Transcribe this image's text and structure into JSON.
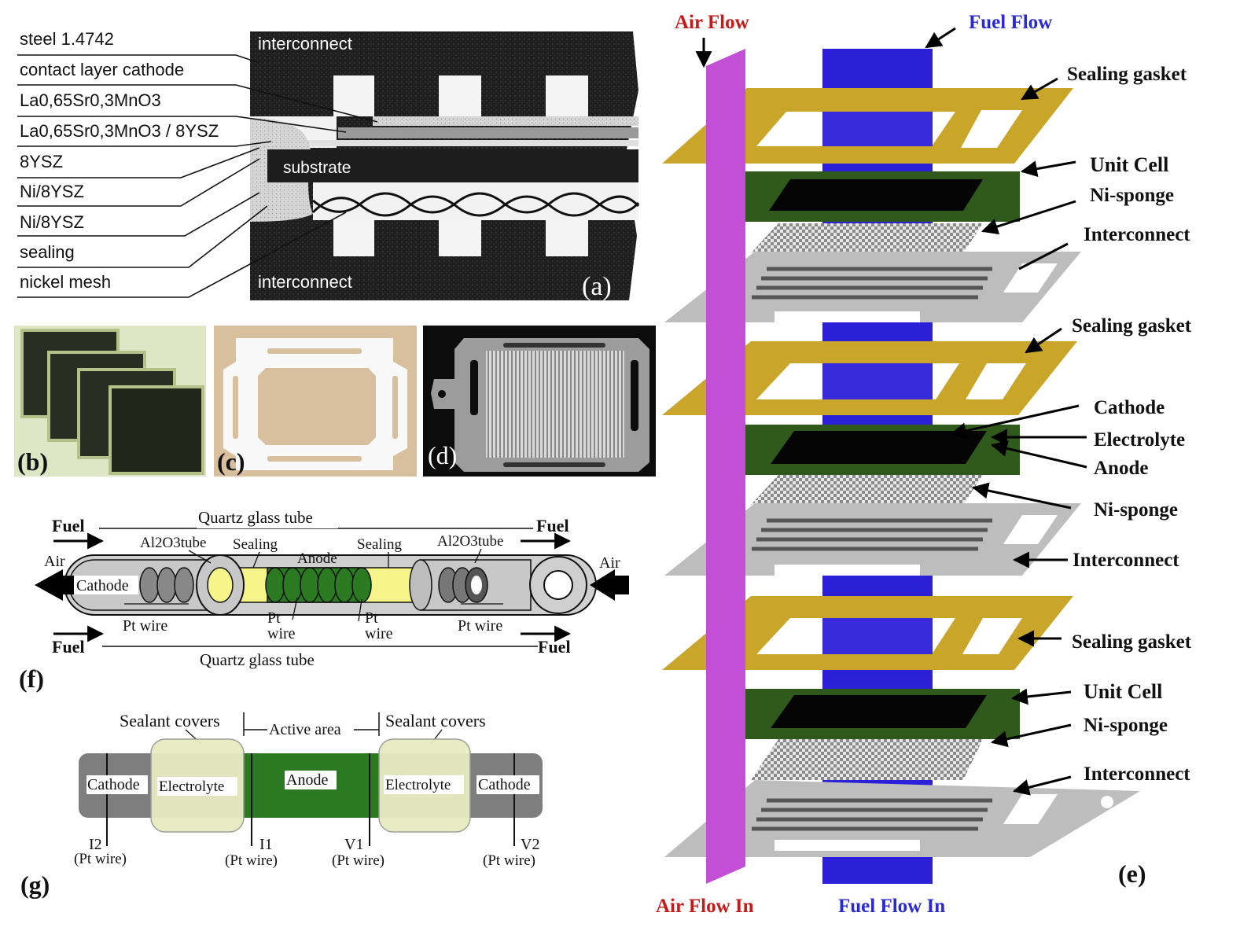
{
  "panel_a": {
    "labels": [
      "steel 1.4742",
      "contact layer cathode",
      "La0,65Sr0,3MnO3",
      "La0,65Sr0,3MnO3 / 8YSZ",
      "8YSZ",
      "Ni/8YSZ",
      "Ni/8YSZ",
      "sealing",
      "nickel mesh"
    ],
    "interconnect_top": "interconnect",
    "interconnect_bottom": "interconnect",
    "substrate": "substrate",
    "tag": "(a)"
  },
  "panel_b": {
    "tag": "(b)"
  },
  "panel_c": {
    "tag": "(c)"
  },
  "panel_d": {
    "tag": "(d)"
  },
  "panel_e": {
    "air_flow": "Air Flow",
    "fuel_flow": "Fuel Flow",
    "air_flow_in": "Air Flow In",
    "fuel_flow_in": "Fuel Flow In",
    "labels": {
      "sealing_gasket_1": "Sealing gasket",
      "unit_cell_1": "Unit Cell",
      "ni_sponge_1": "Ni-sponge",
      "interconnect_1": "Interconnect",
      "sealing_gasket_2": "Sealing gasket",
      "cathode": "Cathode",
      "electrolyte": "Electrolyte",
      "anode": "Anode",
      "ni_sponge_2": "Ni-sponge",
      "interconnect_2": "Interconnect",
      "sealing_gasket_3": "Sealing gasket",
      "unit_cell_2": "Unit Cell",
      "ni_sponge_3": "Ni-sponge",
      "interconnect_3": "Interconnect"
    },
    "tag": "(e)",
    "colors": {
      "air": "#c61a1a",
      "fuel": "#2a2ad4",
      "air_bar": "#c24fd6",
      "fuel_bar": "#2b1fd8",
      "gasket": "#c9a52a",
      "cell": "#2f5a1c",
      "interconnect": "#bdbdbd"
    }
  },
  "panel_f": {
    "fuel_tl": "Fuel",
    "fuel_tr": "Fuel",
    "fuel_bl": "Fuel",
    "fuel_br": "Fuel",
    "quartz_top": "Quartz glass tube",
    "quartz_bottom": "Quartz glass tube",
    "al2o3_left": "Al2O3tube",
    "al2o3_right": "Al2O3tube",
    "sealing_left": "Sealing",
    "sealing_right": "Sealing",
    "anode": "Anode",
    "air_left": "Air",
    "air_right": "Air",
    "cathode": "Cathode",
    "pt_wire_1": "Pt wire",
    "pt_2": "Pt",
    "wire_2": "wire",
    "pt_3": "Pt",
    "wire_3": "wire",
    "pt_wire_4": "Pt wire",
    "tag": "(f)"
  },
  "panel_g": {
    "sealant_left": "Sealant covers",
    "active_area": "Active area",
    "sealant_right": "Sealant covers",
    "cathode_left": "Cathode",
    "electrolyte_left": "Electrolyte",
    "anode": "Anode",
    "electrolyte_right": "Electrolyte",
    "cathode_right": "Cathode",
    "i2": "I2",
    "i1": "I1",
    "v1": "V1",
    "v2": "V2",
    "pt_wire": "(Pt wire)",
    "tag": "(g)"
  }
}
